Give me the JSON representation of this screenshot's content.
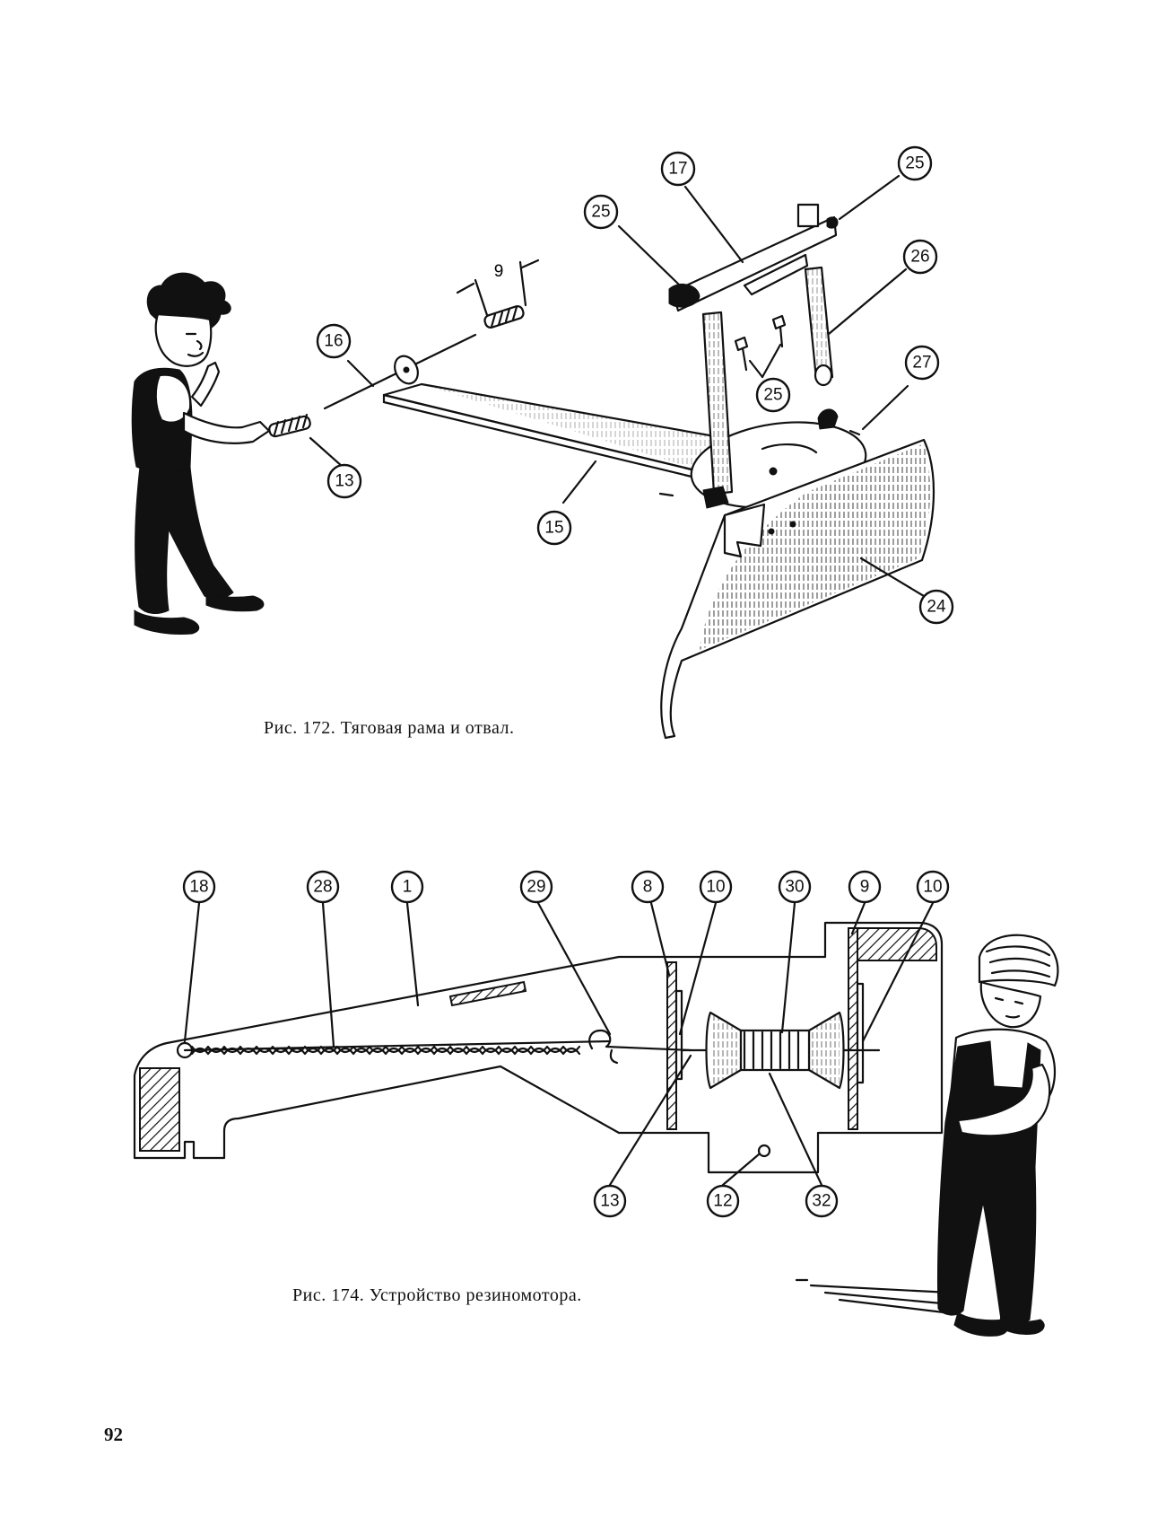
{
  "figure_172": {
    "caption": "Рис. 172. Тяговая рама и отвал.",
    "dimension": "9",
    "callouts": [
      "17",
      "25",
      "25",
      "26",
      "16",
      "27",
      "25",
      "13",
      "15",
      "24"
    ]
  },
  "figure_174": {
    "caption": "Рис. 174. Устройство резиномотора.",
    "top_callouts": [
      "18",
      "28",
      "1",
      "29",
      "8",
      "10",
      "30",
      "9",
      "10"
    ],
    "bottom_callouts": [
      "13",
      "12",
      "32"
    ]
  },
  "page_number": "92"
}
